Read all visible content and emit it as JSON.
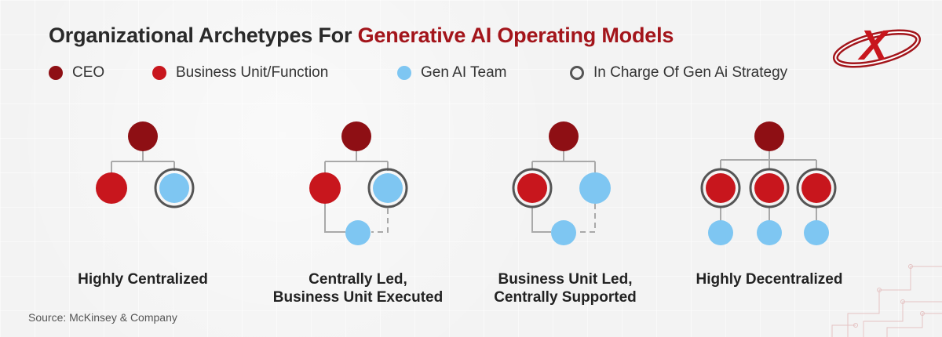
{
  "title": {
    "prefix": "Organizational Archetypes For ",
    "accent": "Generative AI Operating Models"
  },
  "colors": {
    "ceo": "#8e0f14",
    "business_unit": "#c8161d",
    "gen_ai_team": "#7ec6f2",
    "strategy_ring": "#555555",
    "accent": "#a3151b"
  },
  "legend": [
    {
      "label": "CEO",
      "kind": "ceo"
    },
    {
      "label": "Business Unit/Function",
      "kind": "business_unit"
    },
    {
      "label": "Gen AI Team",
      "kind": "gen_ai_team"
    },
    {
      "label": "In Charge Of Gen Ai Strategy",
      "kind": "strategy_ring"
    }
  ],
  "archetypes": [
    {
      "caption_line1": "Highly Centralized",
      "caption_line2": ""
    },
    {
      "caption_line1": "Centrally Led,",
      "caption_line2": "Business Unit Executed"
    },
    {
      "caption_line1": "Business Unit Led,",
      "caption_line2": "Centrally Supported"
    },
    {
      "caption_line1": "Highly Decentralized",
      "caption_line2": ""
    }
  ],
  "source": "Source: McKinsey & Company",
  "logo": {
    "mark": "X",
    "icon": "x-swoosh-logo-icon"
  }
}
